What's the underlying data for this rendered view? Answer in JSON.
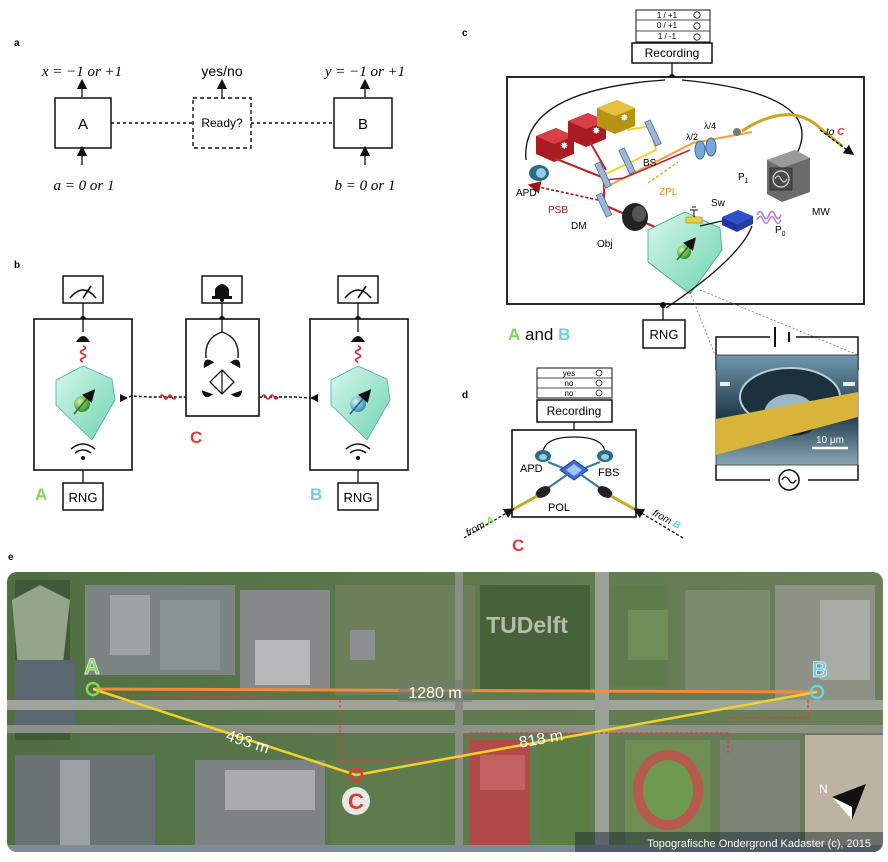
{
  "panels": {
    "a": {
      "letter": "a",
      "out_A": "x = −1 or +1",
      "out_mid": "yes/no",
      "out_B": "y = −1 or +1",
      "box_A": "A",
      "box_mid": "Ready?",
      "box_B": "B",
      "in_A": "a = 0 or 1",
      "in_B": "b = 0 or 1"
    },
    "b": {
      "letter": "b",
      "label_A": "A",
      "label_C": "C",
      "label_B": "B",
      "rng_A": "RNG",
      "rng_B": "RNG"
    },
    "c": {
      "letter": "c",
      "recording": "Recording",
      "table_rows": [
        "1 / +1",
        "0 / +1",
        "1 / -1"
      ],
      "labels": {
        "apd": "APD",
        "psb": "PSB",
        "dm": "DM",
        "obj": "Obj",
        "bs": "BS",
        "zpl": "ZPL",
        "lambda2": "λ/2",
        "lambda4": "λ/4",
        "to_c_prefix": "to",
        "to_c": "C",
        "sw": "Sw",
        "mw": "MW",
        "p1": "P",
        "p1_sub": "1",
        "p0": "P",
        "p0_sub": "0"
      },
      "rng": "RNG",
      "a_and_b": [
        "A",
        " and ",
        "B"
      ],
      "scale_bar": "10 μm"
    },
    "d": {
      "letter": "d",
      "recording": "Recording",
      "table_rows": [
        "yes",
        "no",
        "no"
      ],
      "apd": "APD",
      "fbs": "FBS",
      "pol": "POL",
      "from_prefix": "from",
      "from_A": "A",
      "from_B": "B",
      "label_C": "C"
    },
    "e": {
      "letter": "e",
      "map_brand": "TUDelft",
      "dist_AB": "1280 m",
      "dist_AC": "493 m",
      "dist_CB": "818 m",
      "label_A": "A",
      "label_B": "B",
      "label_C": "C",
      "north": "N",
      "credit": "Topografische Ondergrond Kadaster (c), 2015"
    }
  },
  "colors": {
    "green": "#7ed957",
    "cyan": "#6ccfe9",
    "red": "#e53935",
    "orange": "#f28a3a",
    "yellow_line": "#f2d22a",
    "laser_red": "#c0272d",
    "laser_orange": "#f4a03b",
    "diamond": "#8fe3c8"
  }
}
